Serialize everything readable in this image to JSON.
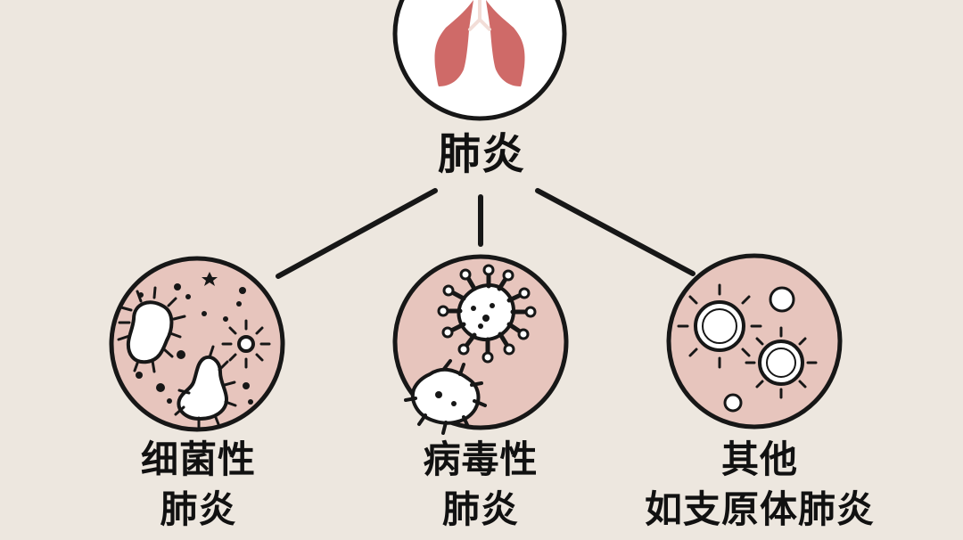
{
  "diagram": {
    "root": {
      "label": "肺炎",
      "icon": "lungs-icon"
    },
    "children": [
      {
        "line1": "细菌性",
        "line2": "肺炎",
        "icon": "bacteria-icon"
      },
      {
        "line1": "病毒性",
        "line2": "肺炎",
        "icon": "virus-icon"
      },
      {
        "line1": "其他",
        "line2": "如支原体肺炎",
        "icon": "mycoplasma-icon"
      }
    ]
  },
  "colors": {
    "background": "#ede7df",
    "circle_fill": "#e7c5bd",
    "lung_fill": "#cf6a68",
    "stroke": "#171717",
    "white": "#ffffff"
  }
}
